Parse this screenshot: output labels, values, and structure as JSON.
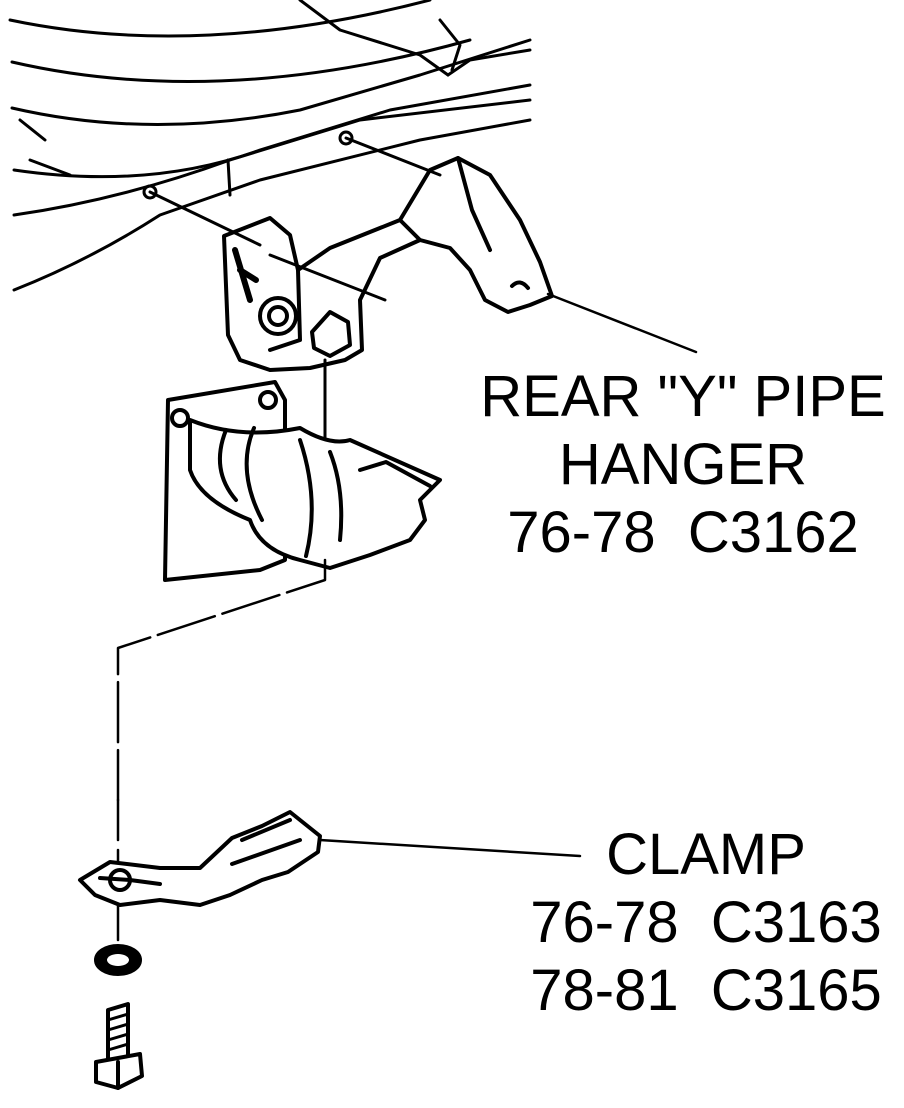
{
  "callouts": {
    "hanger": {
      "name": "REAR \"Y\" PIPE",
      "name2": "HANGER",
      "part": "76-78  C3162"
    },
    "clamp": {
      "name": "CLAMP",
      "part1": "76-78  C3163",
      "part2": "78-81  C3165"
    }
  },
  "colors": {
    "ink": "#000000",
    "paper": "#ffffff"
  }
}
